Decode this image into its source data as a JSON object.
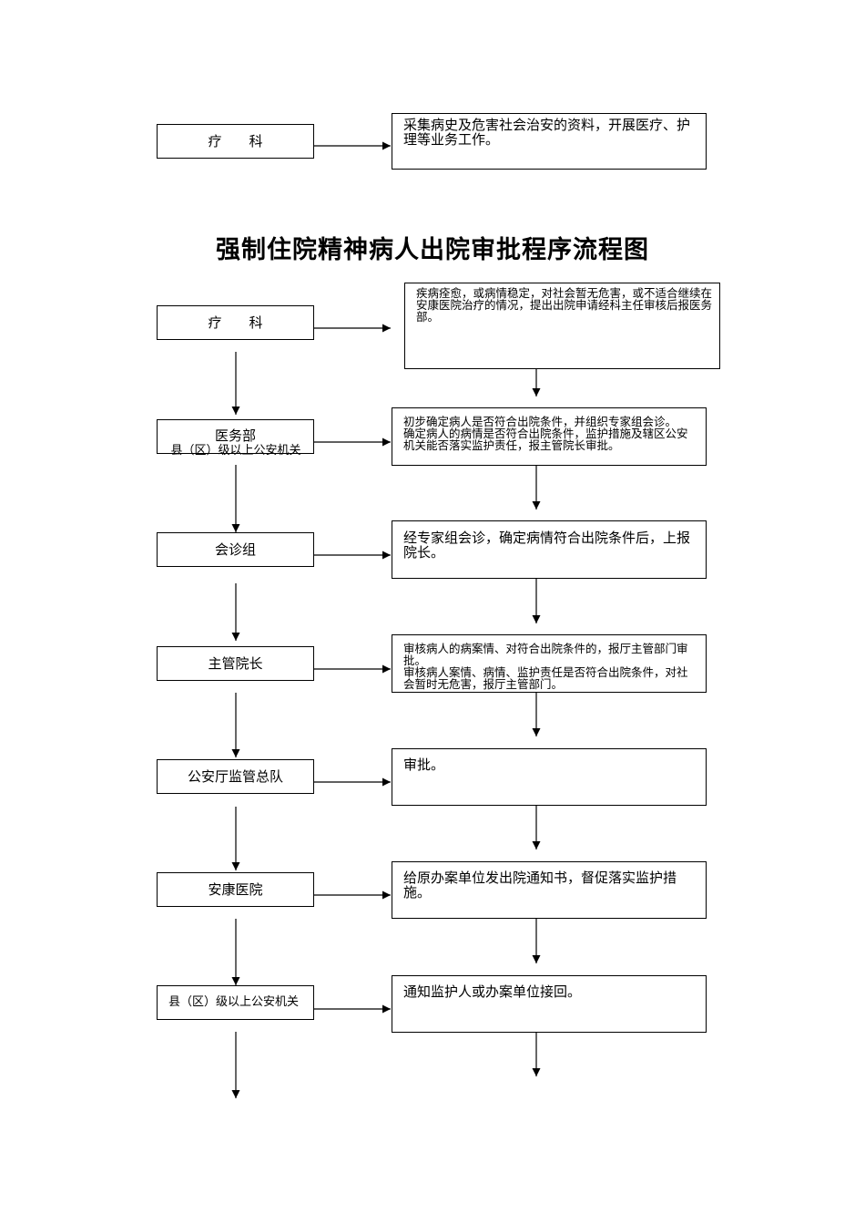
{
  "title": "强制住院精神病人出院审批程序流程图",
  "top_section": {
    "left": "疗　　科",
    "right": "采集病史及危害社会治安的资料，开展医疗、护理等业务工作。"
  },
  "left_nodes": [
    "疗　　科",
    "医务部",
    "会诊组",
    "主管院长",
    "公安厅监管总队",
    "安康医院",
    "县（区）级以上公安机关"
  ],
  "overlay_label": "县（区）级以上公安机关",
  "right_nodes": [
    {
      "text": "疾病痊愈，或病情稳定，对社会暂无危害，或不适合继续在安康医院治疗的情况，提出出院申请经科主任审核后报医务部。",
      "text2": ""
    },
    {
      "text": "初步确定病人是否符合出院条件，并组织专家组会诊。",
      "text2": "确定病人的病情是否符合出院条件，监护措施及辖区公安机关能否落实监护责任，报主管院长审批。"
    },
    {
      "text": "经专家组会诊，确定病情符合出院条件后，上报院长。",
      "text2": ""
    },
    {
      "text": "审核病人的病案情、对符合出院条件的，报厅主管部门审批。",
      "text2": "审核病人案情、病情、监护责任是否符合出院条件，对社会暂时无危害，报厅主管部门。"
    },
    {
      "text": "审批。",
      "text2": ""
    },
    {
      "text": "给原办案单位发出院通知书，督促落实监护措施。",
      "text2": ""
    },
    {
      "text": "通知监护人或办案单位接回。",
      "text2": ""
    }
  ]
}
